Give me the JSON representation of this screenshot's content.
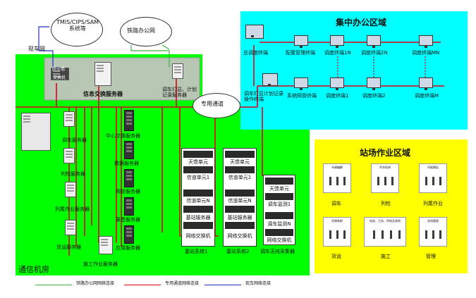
{
  "zones": {
    "office": "集中办公区域",
    "station": "站场作业区域",
    "room": "通信机房"
  },
  "clouds": {
    "tmis": "TMIS/CIPS/SAM系统等",
    "rail_office": "铁路办公网",
    "private": "专用通道"
  },
  "labels": {
    "xianche": "现车网",
    "firewall": "防火墙",
    "switch": "交换机",
    "info_exchange": "信息交换服务器",
    "dispatch_log": "调车灯显、计划记录服务器"
  },
  "office_terminals": {
    "main_dispatch": "总调度终端",
    "config": "配置管理终端",
    "t1n": "调度终端1N",
    "t2n": "调度终端2N",
    "tmn": "调度终端MN",
    "record_op": "调车灯显计划记录操作终端",
    "netmgr": "系统网管终端",
    "t1": "调度终端1",
    "t2": "调度终端2",
    "tm": "调度终端M"
  },
  "servers": {
    "dispatch": "调车服务器",
    "inspect": "列检服务器",
    "tail": "列尾作业服务器",
    "freight": "货运服务器",
    "construction": "施工作业服务器",
    "center_switch": "中心交换服务器",
    "data": "数据服务器",
    "netmgr": "网管服务器",
    "record": "录音服务器",
    "app": "应用服务器"
  },
  "base_station": {
    "unit_top": "天馈单元",
    "unit_ch1": "信道单元1",
    "unit_chn": "信道单元N",
    "base_server": "基站服务器",
    "net_switch": "网络交换机",
    "sys1": "基站系统1",
    "sys2": "基站系统2",
    "monitor1": "调车监测1",
    "monitorn": "调车监测N",
    "wireless": "调车无线采集器"
  },
  "station_cards": [
    {
      "title": "车辆编解",
      "label": "调车"
    },
    {
      "title": "列车检修",
      "label": "列检"
    },
    {
      "title": "列尾摘挂",
      "label": "列尾作业"
    },
    {
      "title": "货物装卸",
      "label": "货运"
    },
    {
      "title": "电务、工务、供电及其他",
      "label": "施工"
    },
    {
      "title": "站场管理",
      "label": "管理"
    }
  ],
  "legend": {
    "green": "铁路办公网网络连接",
    "red": "专用通道网络连接",
    "blue": "现车网络连接"
  },
  "colors": {
    "room": "#00ff00",
    "office": "#00ffff",
    "station": "#ffff00",
    "red_line": "#e0001a",
    "green_line": "#3cb043",
    "blue_line": "#1f2fbf"
  }
}
